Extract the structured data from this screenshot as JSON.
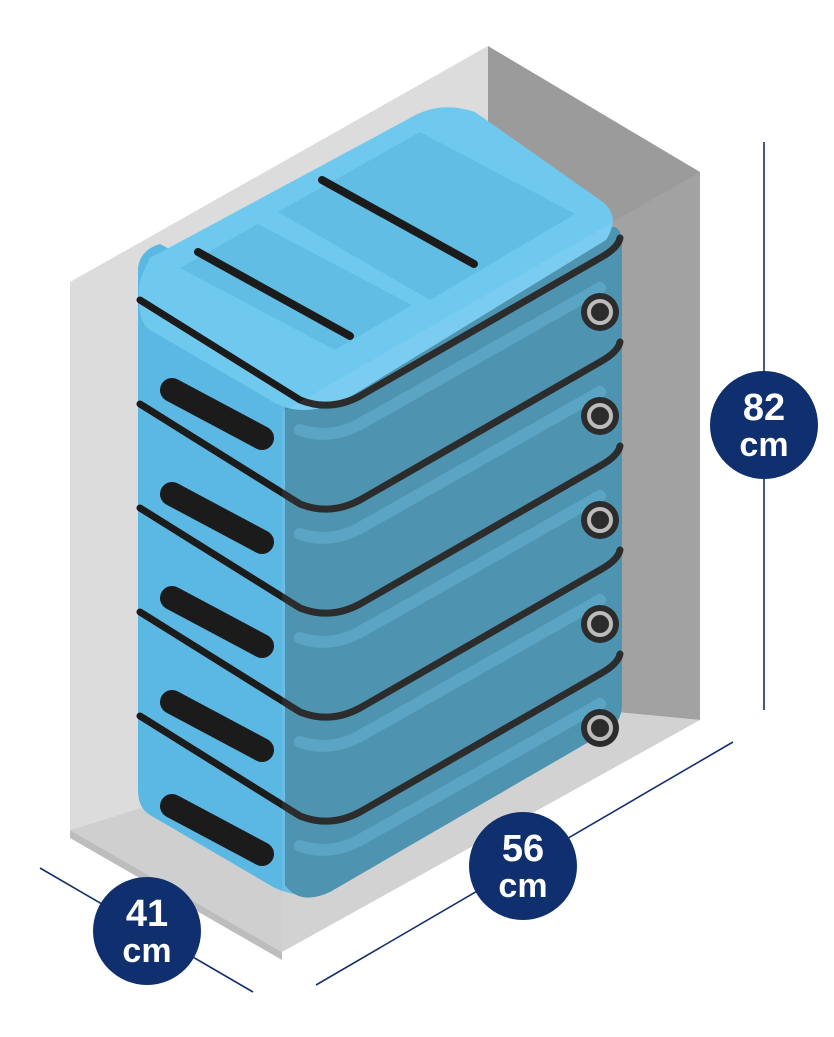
{
  "dimensions": {
    "height": {
      "value": "82",
      "unit": "cm"
    },
    "width": {
      "value": "56",
      "unit": "cm"
    },
    "depth": {
      "value": "41",
      "unit": "cm"
    }
  },
  "colors": {
    "badge": "#0f2f6e",
    "line": "#15306a",
    "suitcase_top": "#6fc9ef",
    "suitcase_side": "#5bb8e3",
    "suitcase_front": "#3f8aaa",
    "stripe": "#1b1b1b",
    "box_back": "#d8d8d8",
    "box_right": "#9a9a9a"
  },
  "suitcase": {
    "layers": 5
  }
}
